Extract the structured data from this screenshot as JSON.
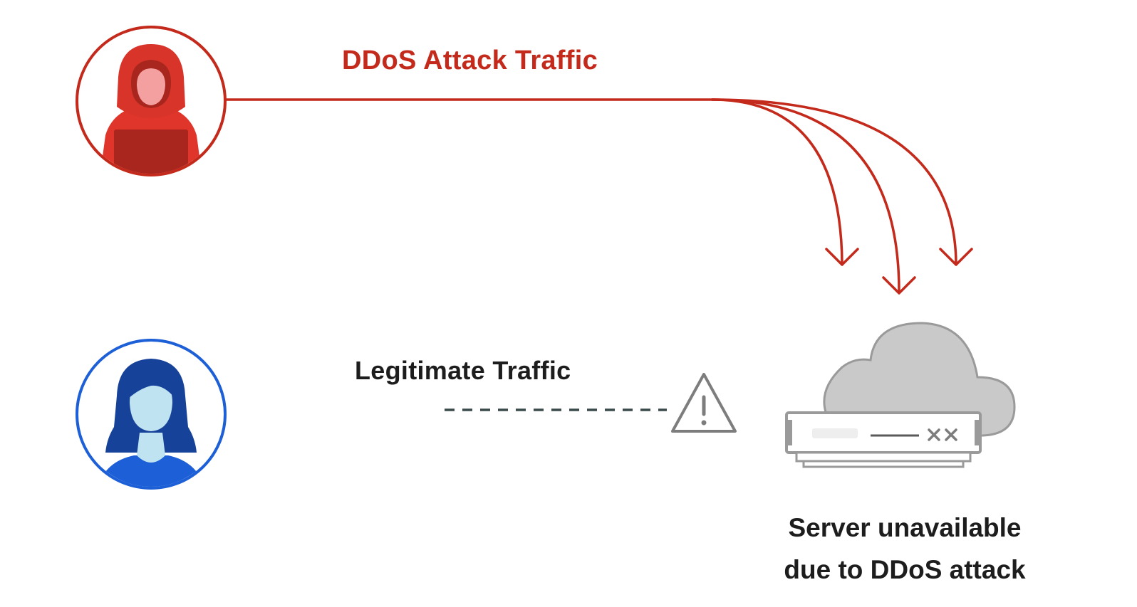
{
  "labels": {
    "attack_traffic": "DDoS Attack Traffic",
    "legitimate_traffic": "Legitimate Traffic",
    "server_status_line1": "Server unavailable",
    "server_status_line2": "due to DDoS attack"
  },
  "icons": {
    "attacker": "hooded-hacker-icon",
    "user": "woman-user-icon",
    "warning": "warning-triangle-icon",
    "server": "cloud-server-icon"
  },
  "colors": {
    "attack": "#c42a1b",
    "legitimate": "#1d5fd6",
    "legit_line_start": "#4fc784",
    "server_gray": "#9a9a9a",
    "text": "#1d1d1d"
  }
}
